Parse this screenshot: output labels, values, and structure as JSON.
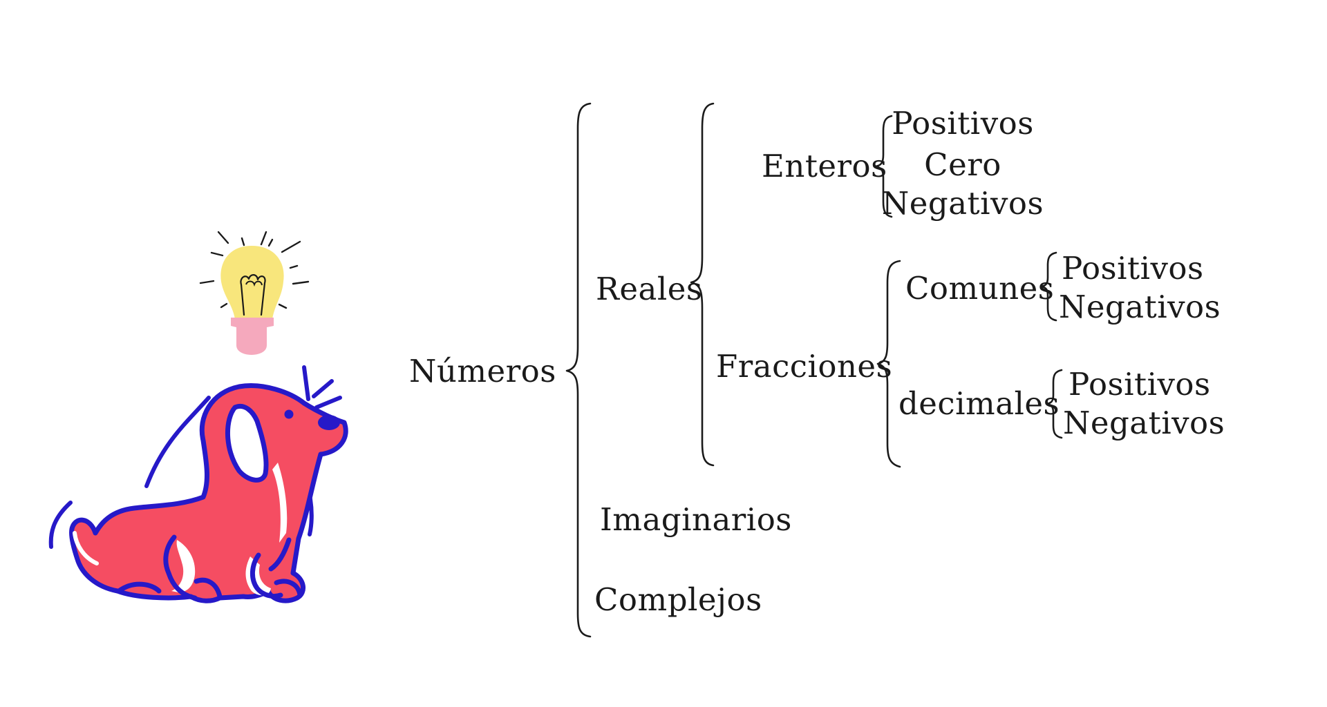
{
  "root": {
    "label": "Números"
  },
  "reales": {
    "label": "Reales",
    "enteros": {
      "label": "Enteros",
      "children": [
        "Positivos",
        "Cero",
        "Negativos"
      ]
    },
    "fracciones": {
      "label": "Fracciones",
      "comunes": {
        "label": "Comunes",
        "children": [
          "Positivos",
          "Negativos"
        ]
      },
      "decimales": {
        "label": "decimales",
        "children": [
          "Positivos",
          "Negativos"
        ]
      }
    }
  },
  "imaginarios": {
    "label": "Imaginarios"
  },
  "complejos": {
    "label": "Complejos"
  },
  "colors": {
    "dog_fill": "#f54d62",
    "dog_outline": "#2619c8",
    "bulb_glass": "#f8e67c",
    "bulb_base": "#f5a9bd",
    "lines": "#1a1a1a"
  },
  "icons": [
    "dog-icon",
    "lightbulb-icon"
  ]
}
